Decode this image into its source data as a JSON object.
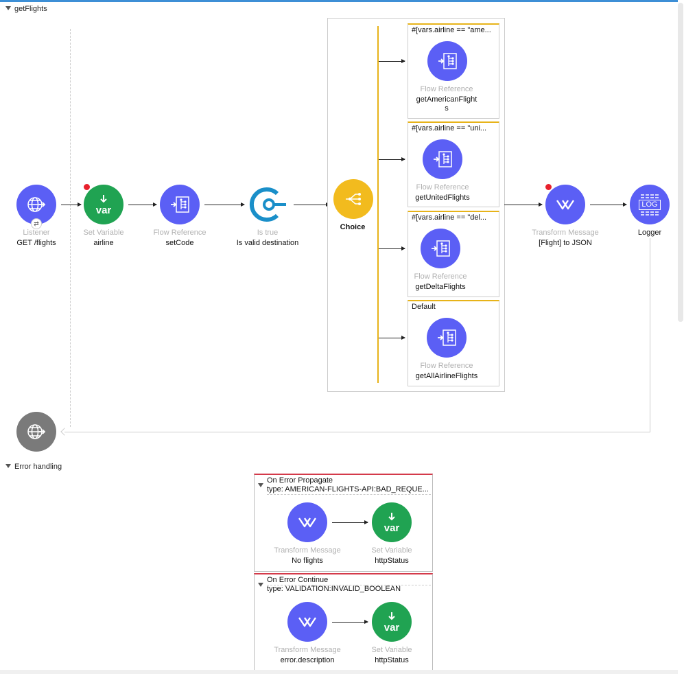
{
  "flow": {
    "title": "getFlights"
  },
  "nodes": {
    "listener": {
      "type": "Listener",
      "name": "GET /flights"
    },
    "set_variable": {
      "type": "Set Variable",
      "name": "airline"
    },
    "flow_ref_setcode": {
      "type": "Flow Reference",
      "name": "setCode"
    },
    "is_true": {
      "type": "Is true",
      "name": "Is valid destination"
    },
    "choice": {
      "name": "Choice"
    },
    "transform": {
      "type": "Transform Message",
      "name": "[Flight] to JSON"
    },
    "logger": {
      "name": "Logger",
      "icon_text": "LOG"
    }
  },
  "choice_routes": [
    {
      "expr": "#[vars.airline == \"ame...",
      "type": "Flow Reference",
      "name": "getAmericanFlight",
      "name2": "s"
    },
    {
      "expr": "#[vars.airline == \"uni...",
      "type": "Flow Reference",
      "name": "getUnitedFlights"
    },
    {
      "expr": "#[vars.airline == \"del...",
      "type": "Flow Reference",
      "name": "getDeltaFlights"
    },
    {
      "expr": "Default",
      "type": "Flow Reference",
      "name": "getAllAirlineFlights"
    }
  ],
  "error_handling": {
    "title": "Error handling",
    "handlers": [
      {
        "title": "On Error Propagate",
        "type": "type: AMERICAN-FLIGHTS-API:BAD_REQUE...",
        "transform": {
          "type": "Transform Message",
          "name": "No flights"
        },
        "set_variable": {
          "type": "Set Variable",
          "name": "httpStatus"
        }
      },
      {
        "title": "On Error Continue",
        "type": "type: VALIDATION:INVALID_BOOLEAN",
        "transform": {
          "type": "Transform Message",
          "name": "error.description"
        },
        "set_variable": {
          "type": "Set Variable",
          "name": "httpStatus"
        }
      }
    ]
  },
  "icons": {
    "listener": "globe-arrow-icon",
    "set_variable": "var-icon",
    "flow_reference": "flow-reference-icon",
    "is_true": "validation-icon",
    "choice": "choice-icon",
    "transform": "transform-icon",
    "logger": "logger-icon",
    "response": "globe-icon"
  },
  "colors": {
    "blue": "#5b5ff5",
    "green": "#20a352",
    "yellow": "#f2bb1e",
    "gray": "#7a7a7a",
    "validation": "#1a8fc9",
    "error_red": "#d43a4a",
    "route_yellow": "#e7b319"
  }
}
